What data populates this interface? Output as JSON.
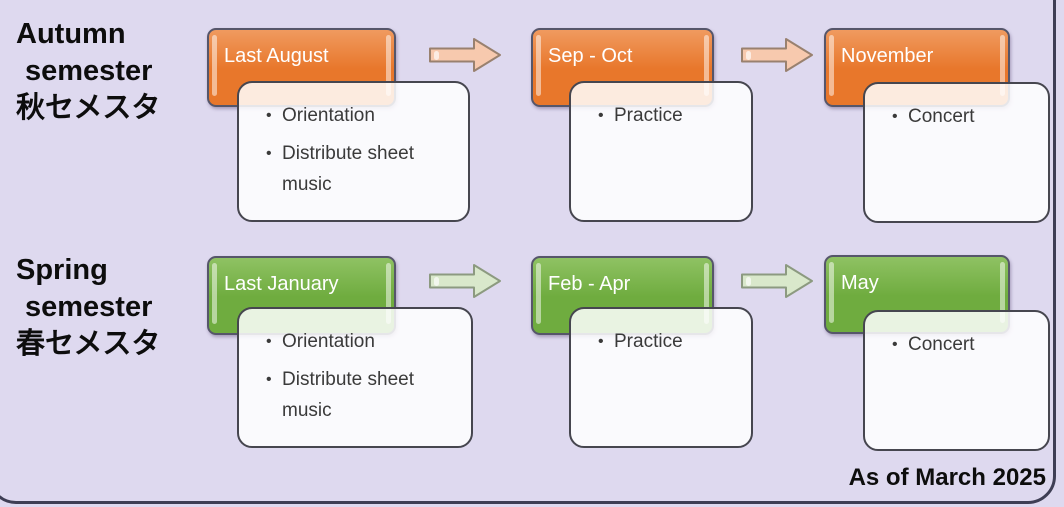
{
  "slide": {
    "footnote": "As of March 2025"
  },
  "colors": {
    "background": "#ded9ef",
    "frame_border": "#3e3e54",
    "autumn_accent": "#e8772b",
    "autumn_accent_light": "#f09a5f",
    "autumn_arrow_fill": "#f7c9ae",
    "autumn_arrow_stroke": "#99816f",
    "spring_accent": "#6fac3f",
    "spring_accent_light": "#8fc263",
    "spring_arrow_fill": "#d9e8cb",
    "spring_arrow_stroke": "#8c9a80"
  },
  "rows": [
    {
      "id": "autumn",
      "label_lines": [
        "Autumn",
        "semester",
        "秋セメスタ"
      ],
      "steps": [
        {
          "period": "Last August",
          "items": [
            "Orientation",
            "Distribute sheet music"
          ]
        },
        {
          "period": "Sep - Oct",
          "items": [
            "Practice"
          ]
        },
        {
          "period": "November",
          "items": [
            "Concert"
          ]
        }
      ]
    },
    {
      "id": "spring",
      "label_lines": [
        "Spring",
        "semester",
        "春セメスタ"
      ],
      "steps": [
        {
          "period": "Last January",
          "items": [
            "Orientation",
            "Distribute sheet music"
          ]
        },
        {
          "period": "Feb - Apr",
          "items": [
            "Practice"
          ]
        },
        {
          "period": "May",
          "items": [
            "Concert"
          ]
        }
      ]
    }
  ]
}
